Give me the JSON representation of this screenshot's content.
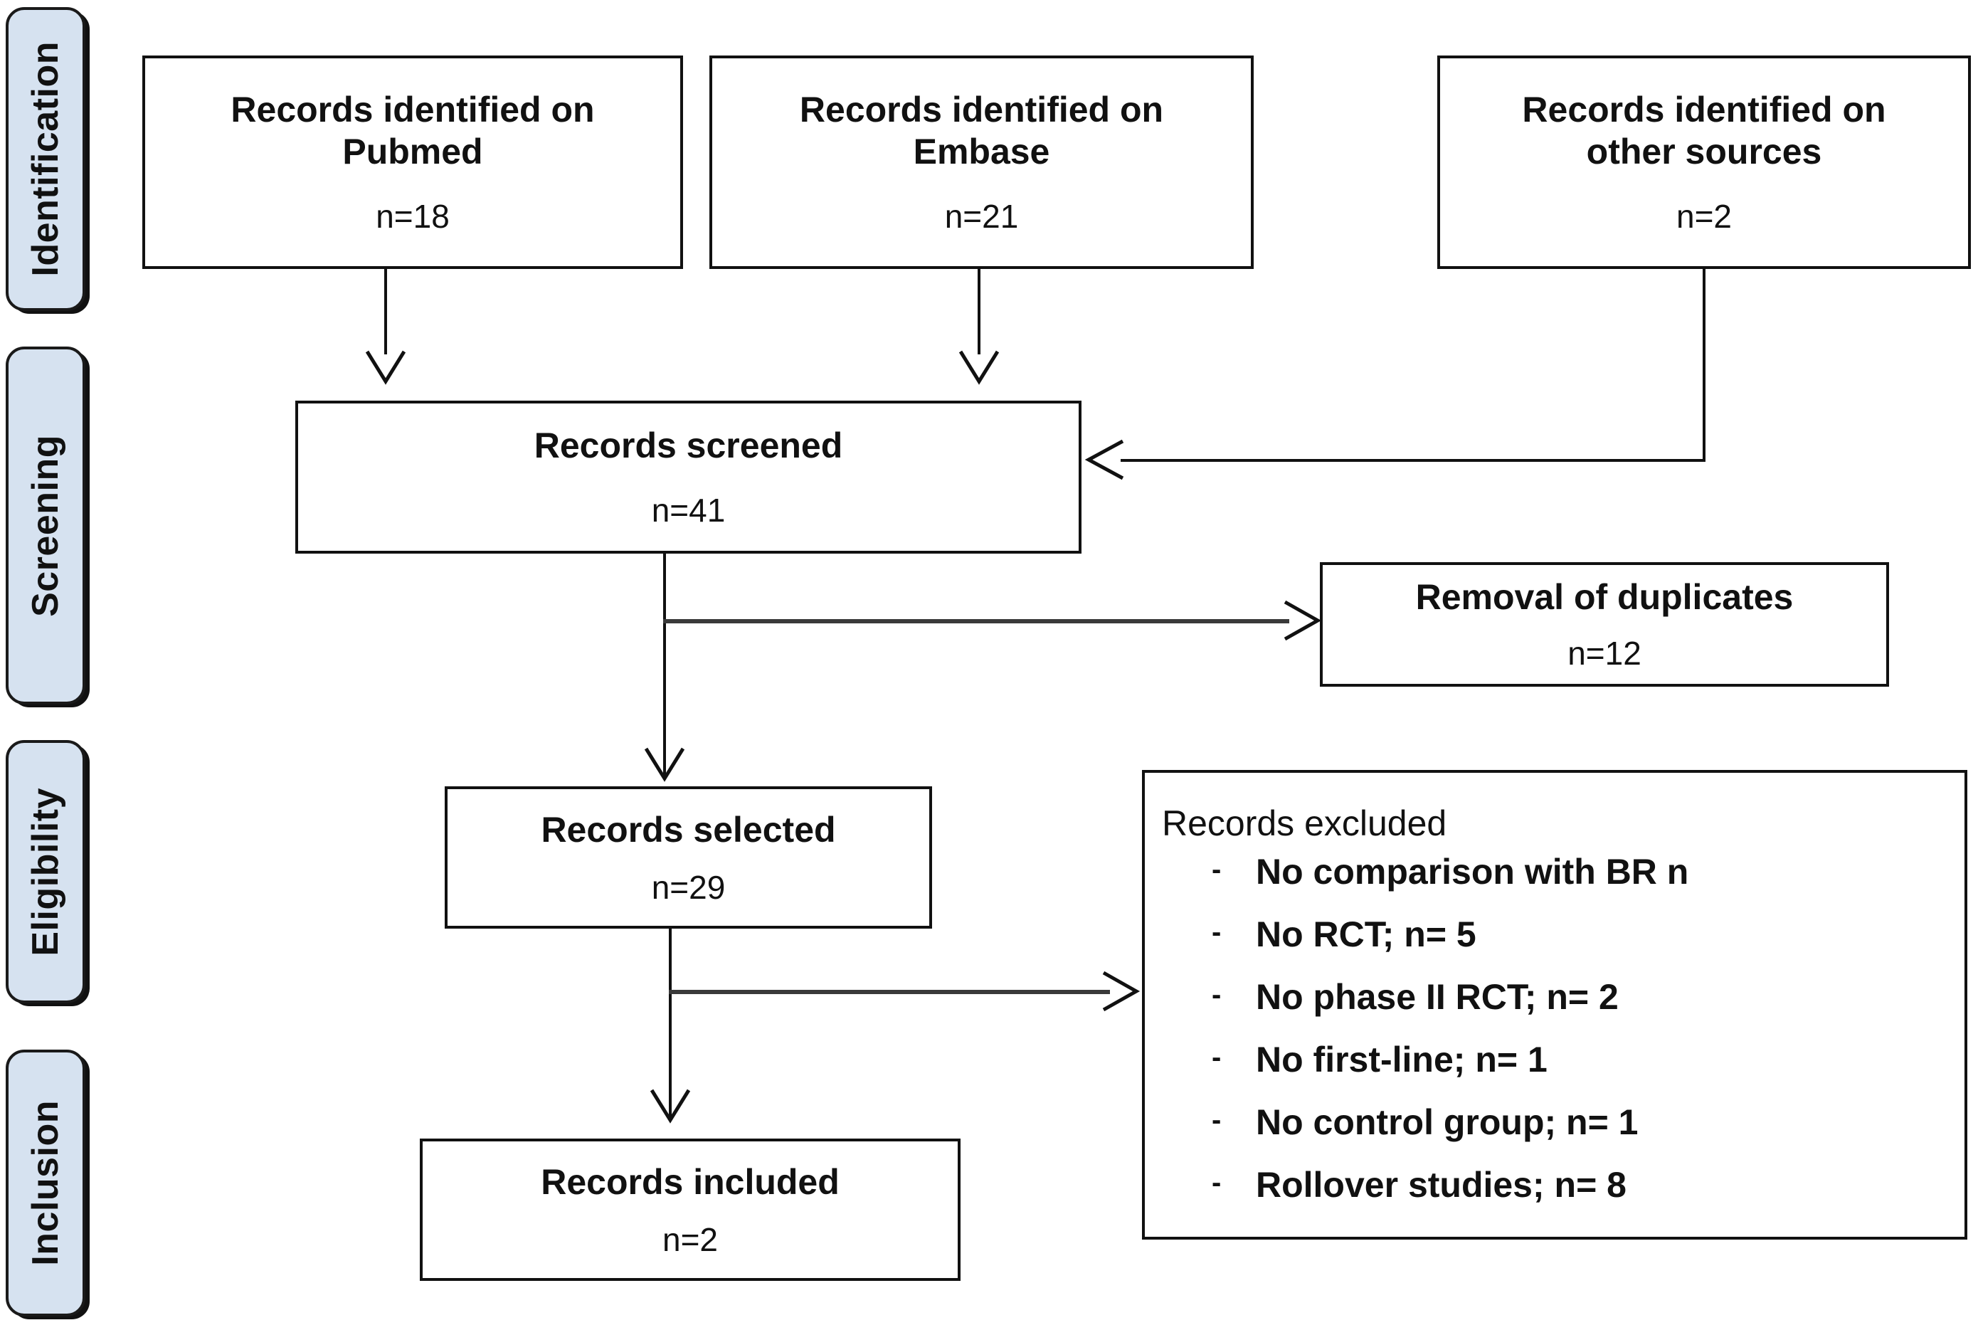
{
  "diagram": {
    "type": "prisma-flow-diagram",
    "stages": [
      {
        "id": "identification",
        "label": "Identification"
      },
      {
        "id": "screening",
        "label": "Screening"
      },
      {
        "id": "eligibility",
        "label": "Eligibility"
      },
      {
        "id": "inclusion",
        "label": "Inclusion"
      }
    ],
    "boxes": {
      "pubmed": {
        "title": "Records identified on\nPubmed",
        "count": "n=18"
      },
      "embase": {
        "title": "Records identified on\nEmbase",
        "count": "n=21"
      },
      "other": {
        "title": "Records identified on\nother sources",
        "count": "n=2"
      },
      "screened": {
        "title": "Records screened",
        "count": "n=41"
      },
      "duplicates": {
        "title": "Removal of duplicates",
        "count": "n=12"
      },
      "selected": {
        "title": "Records selected",
        "count": "n=29"
      },
      "included": {
        "title": "Records included",
        "count": "n=2"
      }
    },
    "excluded": {
      "title": "Records excluded",
      "bullet": "-",
      "items": [
        "No comparison with BR n",
        "No RCT; n= 5",
        "No phase II RCT; n= 2",
        "No first-line; n= 1",
        "No control group; n= 1",
        "Rollover studies; n= 8"
      ]
    },
    "colors": {
      "stage_fill": "#d6e2f0",
      "stroke": "#111111",
      "background": "#ffffff"
    }
  }
}
